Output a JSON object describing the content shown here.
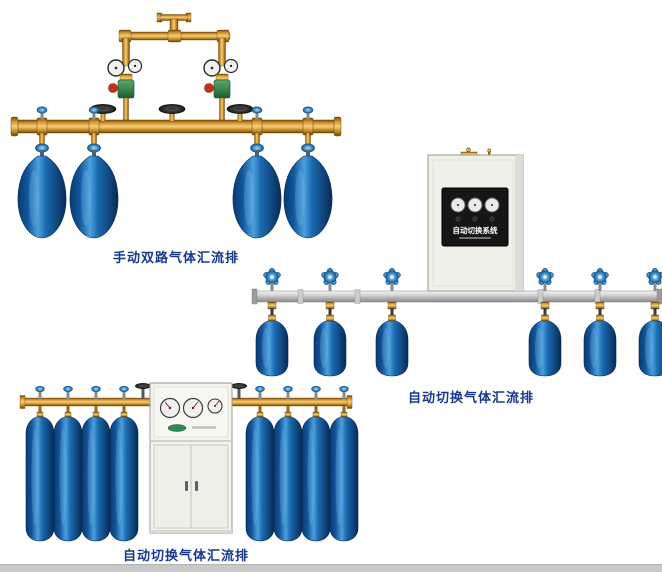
{
  "page": {
    "background": "#ffffff"
  },
  "figures": [
    {
      "name": "manual-dual-gas-manifold",
      "caption": "手动双路气体汇流排"
    },
    {
      "name": "auto-switch-gas-manifold",
      "caption": "自动切换气体汇流排",
      "panel_label": "自动切换系统"
    },
    {
      "name": "auto-switch-gas-manifold-2",
      "caption": "自动切换气体汇流排"
    }
  ],
  "colors": {
    "caption_text": "#16388e",
    "brass_pipe": "#d89a33",
    "steel_pipe": "#c2c2c2",
    "cylinder_blue": "#1565ad",
    "handwheel_blue": "#3f8fc9",
    "cabinet_body": "#f1f1ec",
    "panel_black": "#161616",
    "regulator_green": "#2e7d46"
  }
}
